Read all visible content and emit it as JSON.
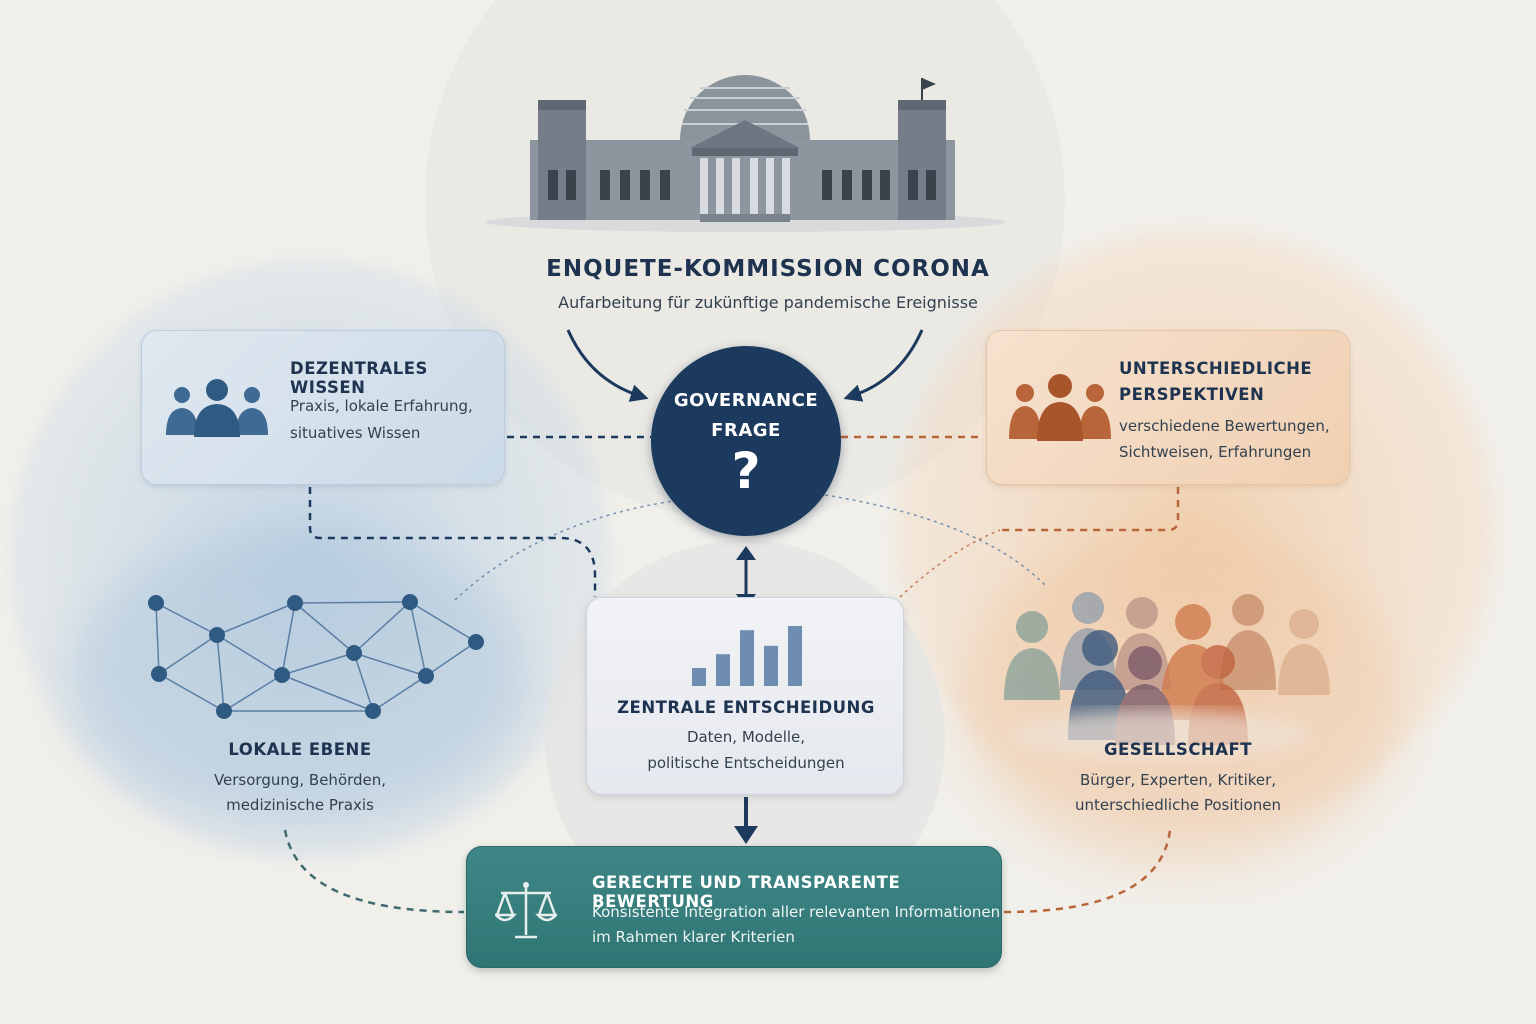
{
  "header": {
    "title": "ENQUETE-KOMMISSION CORONA",
    "subtitle": "Aufarbeitung für zukünftige pandemische Ereignisse"
  },
  "center": {
    "label_line1": "GOVERNANCE",
    "label_line2": "FRAGE",
    "symbol": "?"
  },
  "left_box": {
    "title": "DEZENTRALES WISSEN",
    "line1": "Praxis, lokale Erfahrung,",
    "line2": "situatives Wissen",
    "icon": "people-group-icon"
  },
  "right_box": {
    "title_line1": "UNTERSCHIEDLICHE",
    "title_line2": "PERSPEKTIVEN",
    "line1": "verschiedene Bewertungen,",
    "line2": "Sichtweisen, Erfahrungen",
    "icon": "people-group-icon"
  },
  "central_box": {
    "title": "ZENTRALE ENTSCHEIDUNG",
    "line1": "Daten, Modelle,",
    "line2": "politische Entscheidungen",
    "icon": "bar-chart-icon",
    "bar_levels": [
      0.3,
      0.53,
      0.93,
      0.67,
      1.0
    ]
  },
  "local": {
    "title": "LOKALE EBENE",
    "line1": "Versorgung, Behörden,",
    "line2": "medizinische Praxis",
    "icon": "network-icon"
  },
  "society": {
    "title": "GESELLSCHAFT",
    "line1": "Bürger, Experten, Kritiker,",
    "line2": "unterschiedliche Positionen",
    "icon": "crowd-icon"
  },
  "bottom_box": {
    "title": "GERECHTE UND TRANSPARENTE BEWERTUNG",
    "line1": "Konsistente Integration aller relevanten Informationen",
    "line2": "im Rahmen klarer Kriterien",
    "icon": "scales-icon"
  },
  "colors": {
    "navy": "#1c3a5e",
    "blue": "#3f6a94",
    "orange": "#b9653a",
    "teal": "#2f7574"
  }
}
